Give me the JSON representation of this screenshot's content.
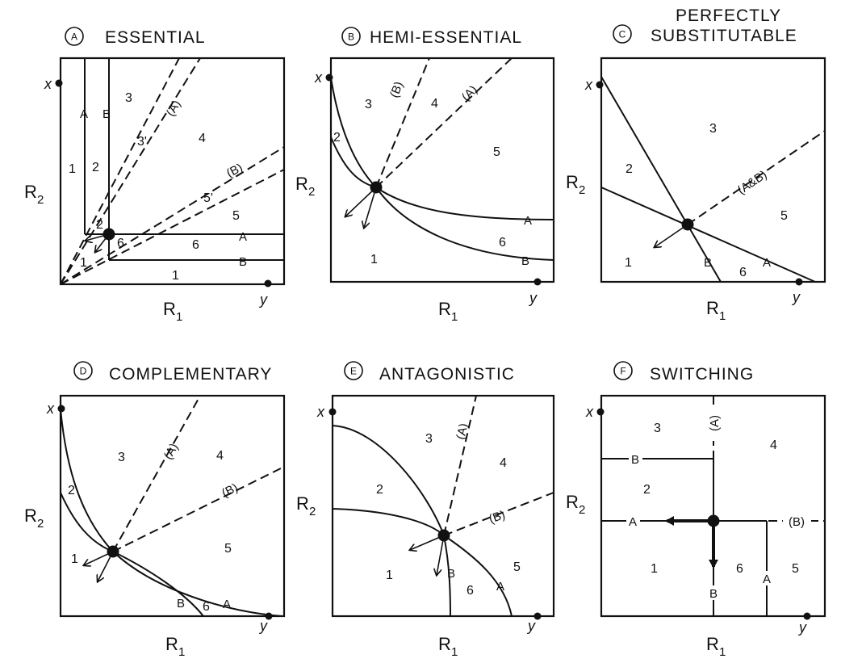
{
  "panels": [
    {
      "id": "A",
      "letter": "A",
      "title": "ESSENTIAL",
      "title2": "",
      "rlabel_x": "R",
      "rsub_x": "1",
      "rlabel_y": "R",
      "rsub_y": "2",
      "x_point": "x",
      "y_point": "y",
      "regions": [
        "1",
        "2",
        "3",
        "3'",
        "4",
        "5'",
        "5",
        "6",
        "2",
        "1",
        "6",
        "1"
      ],
      "curves": [
        "A",
        "B",
        "(A)",
        "(B)",
        "A",
        "B"
      ]
    },
    {
      "id": "B",
      "letter": "B",
      "title": "HEMI-ESSENTIAL",
      "title2": "",
      "rlabel_x": "R",
      "rsub_x": "1",
      "rlabel_y": "R",
      "rsub_y": "2",
      "x_point": "x",
      "y_point": "y",
      "regions": [
        "3",
        "4",
        "2",
        "5",
        "6",
        "1"
      ],
      "curves": [
        "(B)",
        "(A)",
        "A",
        "B"
      ]
    },
    {
      "id": "C",
      "letter": "C",
      "title": "PERFECTLY",
      "title2": "SUBSTITUTABLE",
      "rlabel_x": "R",
      "rsub_x": "1",
      "rlabel_y": "R",
      "rsub_y": "2",
      "x_point": "x",
      "y_point": "y",
      "regions": [
        "3",
        "2",
        "5",
        "1",
        "6"
      ],
      "curves": [
        "(A&B)",
        "B",
        "A"
      ]
    },
    {
      "id": "D",
      "letter": "D",
      "title": "COMPLEMENTARY",
      "title2": "",
      "rlabel_x": "R",
      "rsub_x": "1",
      "rlabel_y": "R",
      "rsub_y": "2",
      "x_point": "x",
      "y_point": "y",
      "regions": [
        "3",
        "4",
        "2",
        "5",
        "1",
        "6"
      ],
      "curves": [
        "(A)",
        "(B)",
        "B",
        "A"
      ]
    },
    {
      "id": "E",
      "letter": "E",
      "title": "ANTAGONISTIC",
      "title2": "",
      "rlabel_x": "R",
      "rsub_x": "1",
      "rlabel_y": "R",
      "rsub_y": "2",
      "x_point": "x",
      "y_point": "y",
      "regions": [
        "3",
        "4",
        "2",
        "1",
        "5",
        "6"
      ],
      "curves": [
        "(A)",
        "(B)",
        "B",
        "A"
      ]
    },
    {
      "id": "F",
      "letter": "F",
      "title": "SWITCHING",
      "title2": "",
      "rlabel_x": "R",
      "rsub_x": "1",
      "rlabel_y": "R",
      "rsub_y": "2",
      "x_point": "x",
      "y_point": "y",
      "regions": [
        "3",
        "4",
        "2",
        "1",
        "6",
        "5"
      ],
      "curves": [
        "(A)",
        "B",
        "A",
        "(B)",
        "B",
        "A"
      ]
    }
  ]
}
